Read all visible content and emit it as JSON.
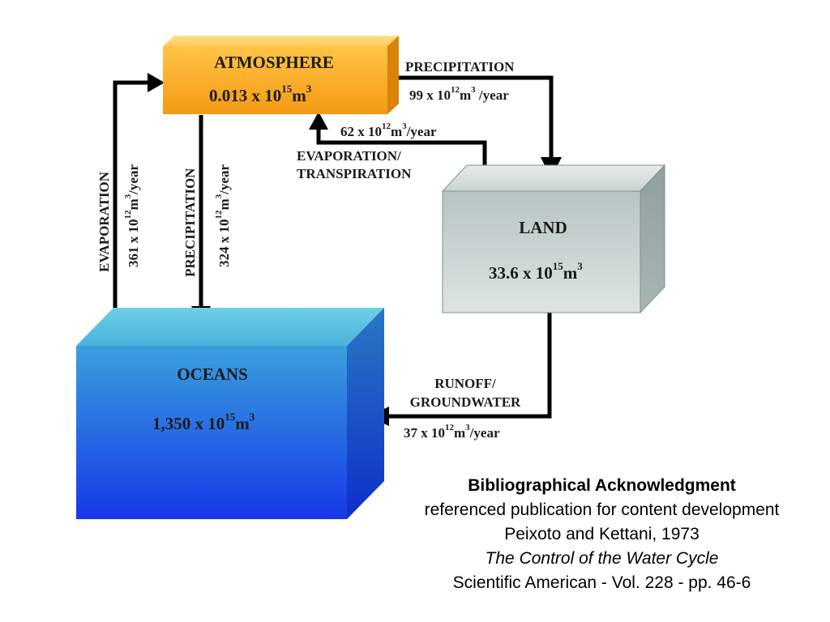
{
  "boxes": {
    "atmosphere": {
      "name": "ATMOSPHERE",
      "amount": "0.013 x 10",
      "exp": "15",
      "unit": "m",
      "unit_exp": "3",
      "color": "#f5a623"
    },
    "land": {
      "name": "LAND",
      "amount": "33.6 x 10",
      "exp": "15",
      "unit": "m",
      "unit_exp": "3",
      "color": "#c4cdcd"
    },
    "oceans": {
      "name": "OCEANS",
      "amount": "1,350 x 10",
      "exp": "15",
      "unit": "m",
      "unit_exp": "3",
      "color": "#2a6fd6"
    }
  },
  "flows": {
    "land_precip": {
      "label": "PRECIPITATION",
      "amount": "99 x 10",
      "exp": "12",
      "unit": "m",
      "unit_exp": "3",
      "suffix": " /year"
    },
    "land_evap": {
      "label1": "EVAPORATION/",
      "label2": "TRANSPIRATION",
      "amount": "62 x 10",
      "exp": "12",
      "unit": "m",
      "unit_exp": "3",
      "suffix": "/year"
    },
    "ocean_evap": {
      "label": "EVAPORATION",
      "amount": "361 x 10",
      "exp": "12",
      "unit": "m",
      "unit_exp": "3",
      "suffix": "/year"
    },
    "ocean_precip": {
      "label": "PRECIPITATION",
      "amount": "324 x 10",
      "exp": "12",
      "unit": "m",
      "unit_exp": "3",
      "suffix": "/year"
    },
    "runoff": {
      "label1": "RUNOFF/",
      "label2": "GROUNDWATER",
      "amount": "37 x 10",
      "exp": "12",
      "unit": "m",
      "unit_exp": "3",
      "suffix": "/year"
    }
  },
  "acknowledgment": {
    "title": "Bibliographical Acknowledgment",
    "line1": "referenced publication for content development",
    "line2": "Peixoto and Kettani, 1973",
    "line3": "The Control of the Water Cycle",
    "line4": "Scientific American - Vol. 228 - pp. 46-6"
  }
}
